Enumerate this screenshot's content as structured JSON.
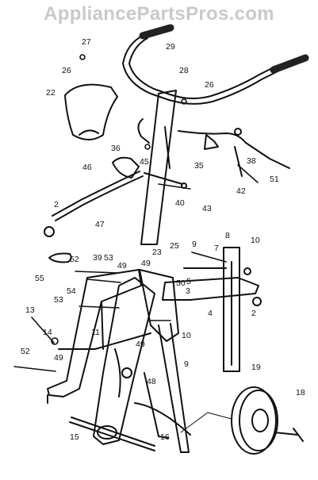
{
  "watermark": "AppliancePartsPros.com",
  "part_numbers": [
    "2",
    "3",
    "4",
    "5",
    "7",
    "8",
    "9",
    "10",
    "11",
    "13",
    "14",
    "15",
    "16",
    "18",
    "19",
    "22",
    "23",
    "25",
    "26",
    "27",
    "28",
    "29",
    "35",
    "36",
    "38",
    "39",
    "40",
    "42",
    "43",
    "45",
    "46",
    "47",
    "48",
    "49",
    "50",
    "51",
    "52",
    "53",
    "54",
    "55"
  ],
  "callouts": [
    {
      "text": "27"
    },
    {
      "text": "26"
    },
    {
      "text": "29"
    },
    {
      "text": "28"
    },
    {
      "text": "26"
    },
    {
      "text": "22"
    },
    {
      "text": "36"
    },
    {
      "text": "35"
    },
    {
      "text": "38"
    },
    {
      "text": "46"
    },
    {
      "text": "45"
    },
    {
      "text": "42"
    },
    {
      "text": "51"
    },
    {
      "text": "40"
    },
    {
      "text": "43"
    },
    {
      "text": "2"
    },
    {
      "text": "47"
    },
    {
      "text": "55"
    },
    {
      "text": "52"
    },
    {
      "text": "39"
    },
    {
      "text": "53"
    },
    {
      "text": "49"
    },
    {
      "text": "49"
    },
    {
      "text": "23"
    },
    {
      "text": "9"
    },
    {
      "text": "25"
    },
    {
      "text": "8"
    },
    {
      "text": "10"
    },
    {
      "text": "7"
    },
    {
      "text": "54"
    },
    {
      "text": "50"
    },
    {
      "text": "5"
    },
    {
      "text": "3"
    },
    {
      "text": "53"
    },
    {
      "text": "4"
    },
    {
      "text": "2"
    },
    {
      "text": "13"
    },
    {
      "text": "14"
    },
    {
      "text": "11"
    },
    {
      "text": "49"
    },
    {
      "text": "10"
    },
    {
      "text": "49"
    },
    {
      "text": "52"
    },
    {
      "text": "9"
    },
    {
      "text": "19"
    },
    {
      "text": "18"
    },
    {
      "text": "48"
    },
    {
      "text": "15"
    },
    {
      "text": "16"
    }
  ]
}
